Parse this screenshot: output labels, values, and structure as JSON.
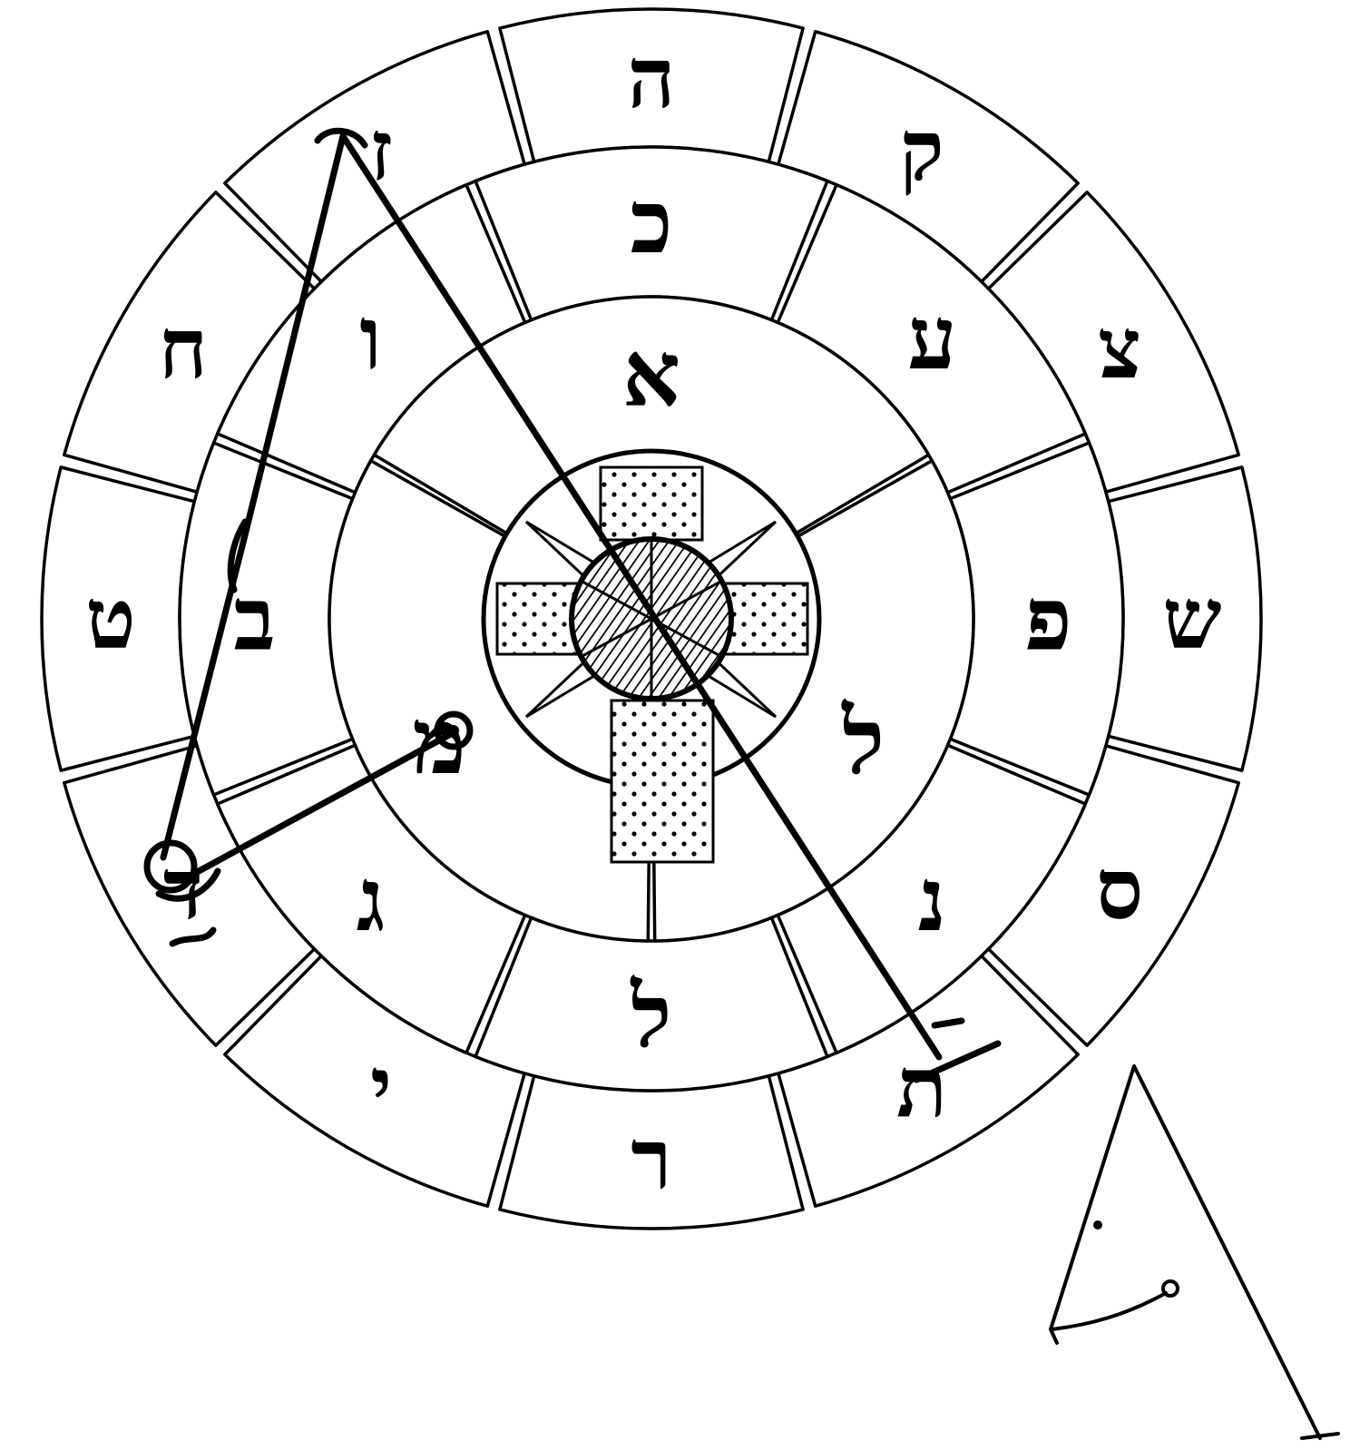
{
  "diagram": {
    "style": {
      "ink": "#000000",
      "paper": "#ffffff"
    },
    "outer_ring": [
      "ה",
      "ק",
      "צ",
      "ש",
      "ס",
      "ת",
      "ר",
      "י",
      "ד",
      "ט",
      "ח",
      "ז"
    ],
    "middle_ring": [
      "כ",
      "ע",
      "פ",
      "נ",
      "ל",
      "ג",
      "ב",
      "ו"
    ],
    "inner_ring": [
      "א",
      "ל",
      "מ"
    ],
    "center": {
      "cross": "dotted",
      "star": "eight-pointed",
      "disc": "hatched"
    },
    "sigil": {
      "description_icon": "sigil-line",
      "inset": "sigil-triangle"
    }
  }
}
